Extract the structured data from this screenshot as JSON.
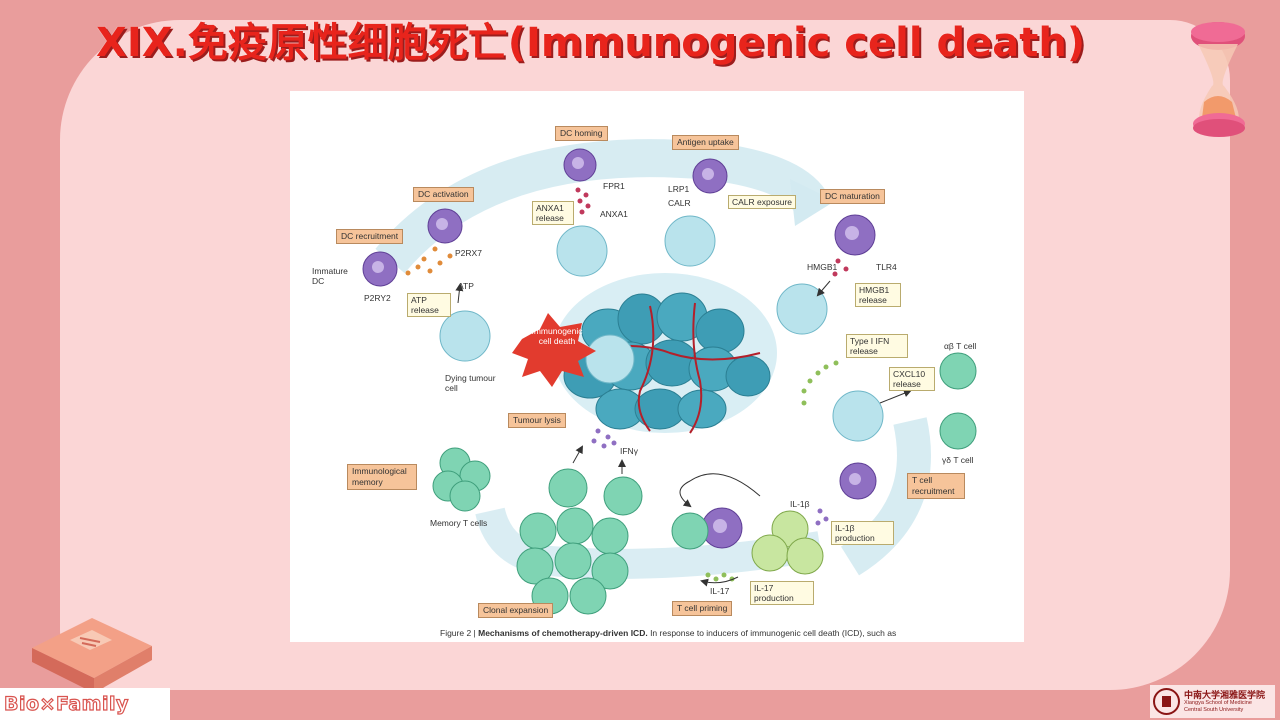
{
  "slide": {
    "title": "XIX.免疫原性细胞死亡(Immunogenic cell death)",
    "colors": {
      "background": "#e99d9c",
      "panel": "#fbd6d6",
      "title": "#e8241c"
    }
  },
  "figure": {
    "caption_prefix": "Figure 2 | ",
    "caption_bold": "Mechanisms of chemotherapy-driven ICD.",
    "caption_rest": " In response to inducers of immunogenic cell death (ICD), such as",
    "stage_labels": {
      "dc_homing": "DC homing",
      "antigen_uptake": "Antigen uptake",
      "dc_activation": "DC activation",
      "dc_maturation": "DC maturation",
      "dc_recruitment": "DC recruitment",
      "tumour_lysis": "Tumour lysis",
      "immunological_memory": "Immunological memory",
      "t_cell_recruitment": "T cell recruitment",
      "clonal_expansion": "Clonal expansion",
      "t_cell_priming": "T cell priming"
    },
    "release_labels": {
      "anxa1_release": "ANXA1 release",
      "calr_exposure": "CALR exposure",
      "atp_release": "ATP release",
      "hmgb1_release": "HMGB1 release",
      "type1_ifn_release": "Type I IFN release",
      "cxcl10_release": "CXCL10 release",
      "il1b_production": "IL-1β production",
      "il17_production": "IL-17 production"
    },
    "molecule_labels": {
      "fpr1": "FPR1",
      "anxa1": "ANXA1",
      "lrp1": "LRP1",
      "calr": "CALR",
      "p2rx7": "P2RX7",
      "p2ry2": "P2RY2",
      "atp": "ATP",
      "immature_dc": "Immature DC",
      "hmgb1": "HMGB1",
      "tlr4": "TLR4",
      "dying_tumour_cell": "Dying tumour cell",
      "ifn_gamma": "IFNγ",
      "ab_t_cell": "αβ T cell",
      "gd_t_cell": "γδ T cell",
      "il1b": "IL-1β",
      "il17": "IL-17",
      "memory_t_cells": "Memory T cells",
      "immunogenic_cell_death": "Immunogenic cell death"
    },
    "colors": {
      "dc_purple": "#8f6fc2",
      "tumour_teal": "#4aa9bf",
      "dying_cell": "#b9e3ec",
      "t_cell_green": "#7fd4b3",
      "il17_cell": "#c8e6a0",
      "label_orange": "#f6c49a",
      "label_yellow": "#fffbe2",
      "arrow_light": "#cfe7ef",
      "icd_red": "#e23b2e"
    }
  },
  "branding": {
    "left_logo": "Bio×Family",
    "right_logo_cn": "中南大学湘雅医学院",
    "right_logo_en1": "Xiangya School of Medicine",
    "right_logo_en2": "Central South University",
    "icons": [
      "book-icon",
      "hourglass-icon",
      "seal-icon"
    ]
  }
}
